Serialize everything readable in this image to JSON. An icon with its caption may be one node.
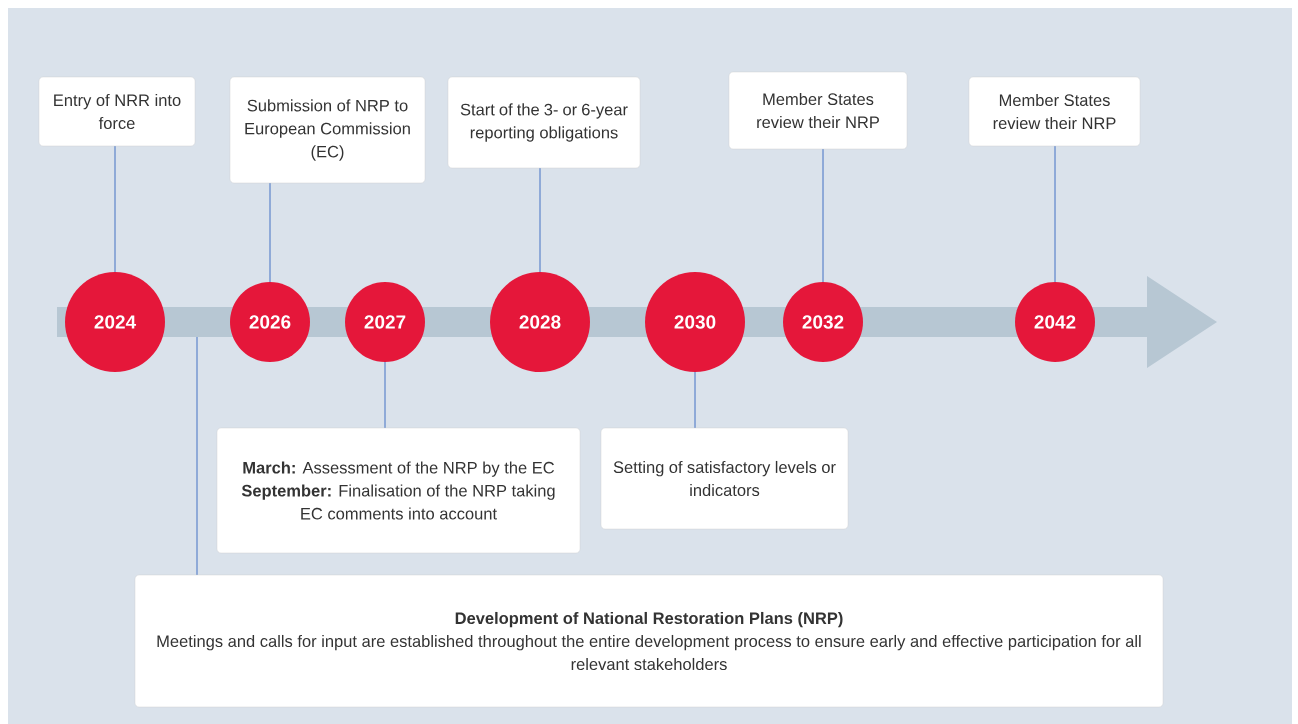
{
  "diagram": {
    "nodes": [
      {
        "text": [
          "2024"
        ]
      },
      {
        "text": [
          "2026"
        ]
      },
      {
        "text": [
          "2027"
        ]
      },
      {
        "text": [
          "2028"
        ]
      },
      {
        "text": [
          "2030"
        ]
      },
      {
        "text": [
          "2032"
        ]
      },
      {
        "text": [
          "2042"
        ]
      },
      {
        "text": [
          "Entry of NRR into force"
        ]
      },
      {
        "text": [
          "Submission of NRP to European Commission (EC)"
        ]
      },
      {
        "text": [
          "Start of the 3- or 6-year reporting obligations"
        ]
      },
      {
        "text": [
          "Member States review their NRP"
        ]
      },
      {
        "text": [
          "Member States review their NRP"
        ]
      },
      {
        "text": [
          "**March:** Assessment of the NRP by the EC",
          "**September:** Finalisation of the NRP taking EC comments into account"
        ]
      },
      {
        "text": [
          "Setting of satisfactory levels or indicators"
        ]
      },
      {
        "text": [
          "Development of National Restoration Plans (NRP)",
          "Meetings and calls for input are established throughout the entire development process to ensure early and effective participation for all relevant stakeholders"
        ]
      }
    ],
    "edges": [
      {
        "from": 7,
        "to": 0,
        "arrow": "none"
      },
      {
        "from": 8,
        "to": 1,
        "arrow": "none"
      },
      {
        "from": 9,
        "to": 3,
        "arrow": "none"
      },
      {
        "from": 10,
        "to": 5,
        "arrow": "none"
      },
      {
        "from": 11,
        "to": 6,
        "arrow": "none"
      },
      {
        "from": 12,
        "to": 2,
        "arrow": "none"
      },
      {
        "from": 13,
        "to": 4,
        "arrow": "none"
      },
      {
        "from": 14,
        "to": null,
        "arrow": "none"
      }
    ]
  }
}
